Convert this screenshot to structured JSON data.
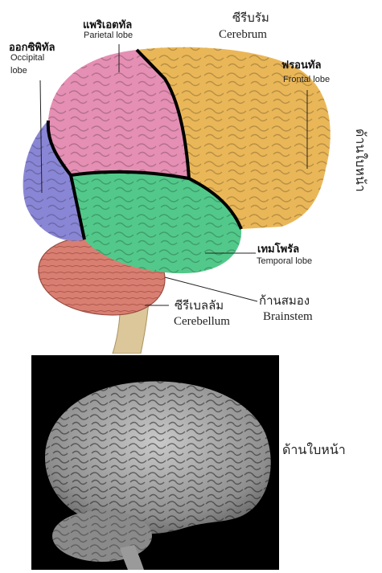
{
  "labels": {
    "cerebrum_th": "ซีรีบรัม",
    "cerebrum_en": "Cerebrum",
    "parietal_th": "แพริเอตทัล",
    "parietal_en": "Parietal lobe",
    "occipital_th": "ออกซิพิทัล",
    "occipital_en_1": "Occipital",
    "occipital_en_2": "lobe",
    "frontal_th": "ฟรอนทัล",
    "frontal_en": "Frontal lobe",
    "temporal_th": "เทมโพรัล",
    "temporal_en": "Temporal lobe",
    "brainstem_th": "ก้านสมอง",
    "brainstem_en": "Brainstem",
    "cerebellum_th": "ซีรีเบลลัม",
    "cerebellum_en": "Cerebellum"
  },
  "side_labels": {
    "top_vertical": "ด้านใบหน้า",
    "bottom": "ด้านใบหน้า"
  },
  "colors": {
    "parietal": "#e58fb4",
    "occipital": "#8a86d6",
    "frontal": "#eab758",
    "temporal": "#52c98a",
    "cerebellum": "#d97f72",
    "brainstem": "#dcc79a",
    "photo_bg": "#000000"
  }
}
